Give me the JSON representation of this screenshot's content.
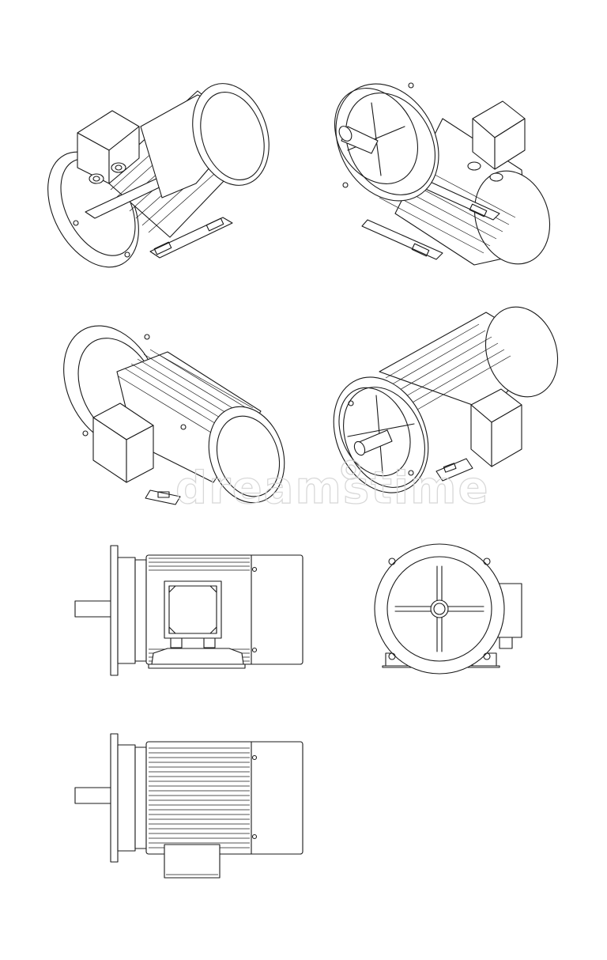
{
  "drawing": {
    "stroke_color": "#1a1a1a",
    "background_color": "#ffffff",
    "views": [
      {
        "id": "iso-rear-left"
      },
      {
        "id": "iso-front-right"
      },
      {
        "id": "iso-rear-right"
      },
      {
        "id": "iso-front-left"
      },
      {
        "id": "side-elevation-terminal-box"
      },
      {
        "id": "front-elevation-flange"
      },
      {
        "id": "top-plan-fins"
      }
    ]
  },
  "watermark": {
    "logo": "dreamstime-logo",
    "text": "dreamstime"
  }
}
